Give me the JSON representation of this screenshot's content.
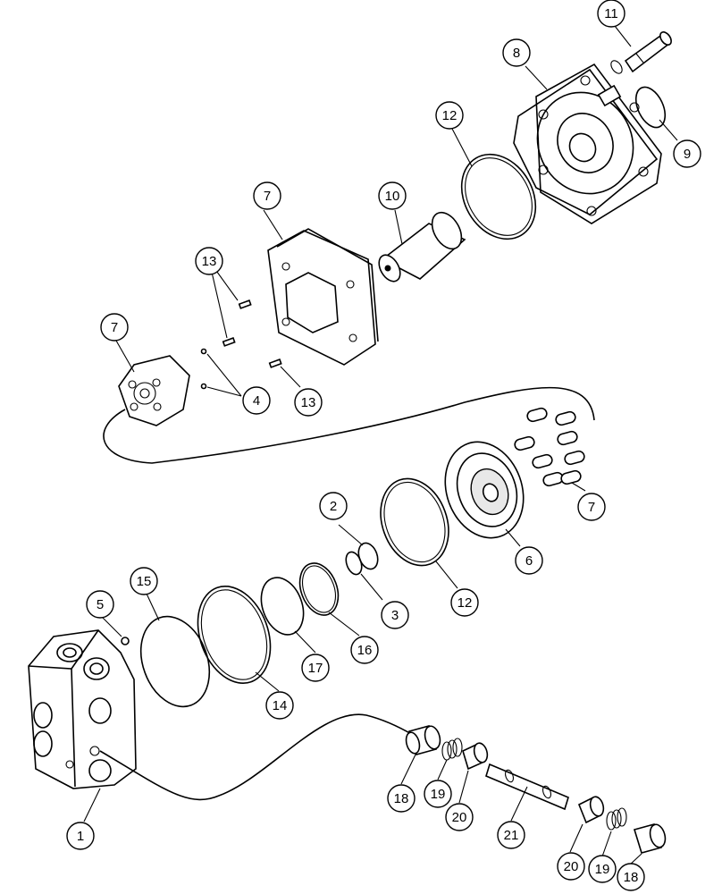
{
  "callouts": [
    {
      "id": "c-1",
      "label": "1"
    },
    {
      "id": "c-2",
      "label": "2"
    },
    {
      "id": "c-3",
      "label": "3"
    },
    {
      "id": "c-4",
      "label": "4"
    },
    {
      "id": "c-5",
      "label": "5"
    },
    {
      "id": "c-6",
      "label": "6"
    },
    {
      "id": "c-7a",
      "label": "7"
    },
    {
      "id": "c-7b",
      "label": "7"
    },
    {
      "id": "c-7c",
      "label": "7"
    },
    {
      "id": "c-8",
      "label": "8"
    },
    {
      "id": "c-9",
      "label": "9"
    },
    {
      "id": "c-10",
      "label": "10"
    },
    {
      "id": "c-11",
      "label": "11"
    },
    {
      "id": "c-12a",
      "label": "12"
    },
    {
      "id": "c-12b",
      "label": "12"
    },
    {
      "id": "c-13a",
      "label": "13"
    },
    {
      "id": "c-13b",
      "label": "13"
    },
    {
      "id": "c-14",
      "label": "14"
    },
    {
      "id": "c-15",
      "label": "15"
    },
    {
      "id": "c-16",
      "label": "16"
    },
    {
      "id": "c-17",
      "label": "17"
    },
    {
      "id": "c-18a",
      "label": "18"
    },
    {
      "id": "c-18b",
      "label": "18"
    },
    {
      "id": "c-19a",
      "label": "19"
    },
    {
      "id": "c-19b",
      "label": "19"
    },
    {
      "id": "c-20a",
      "label": "20"
    },
    {
      "id": "c-20b",
      "label": "20"
    },
    {
      "id": "c-21",
      "label": "21"
    }
  ]
}
